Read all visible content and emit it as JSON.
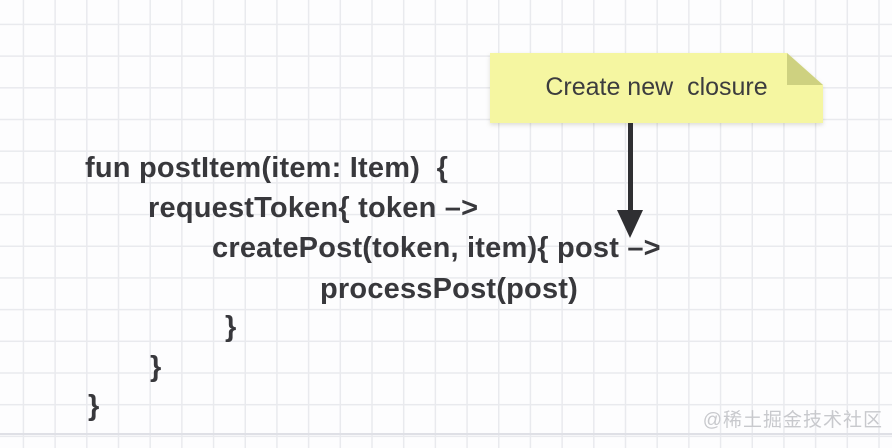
{
  "diagram": {
    "note": {
      "label": "Create new  closure"
    },
    "code": {
      "lines": [
        "fun postItem(item: Item)  {",
        "requestToken{ token –>",
        "createPost(token, item){ post –>",
        "processPost(post)",
        "}",
        "}",
        "}"
      ]
    },
    "watermark": "@稀土掘金技术社区",
    "colors": {
      "background": "#fdfdfe",
      "grid_line": "#e9eaee",
      "note_fill": "#f5f6a1",
      "note_fold": "#ced180",
      "note_text": "#3c3c3e",
      "code_text": "#38383c",
      "arrow": "#2f2f32",
      "watermark_text": "#c8c9cd"
    }
  }
}
